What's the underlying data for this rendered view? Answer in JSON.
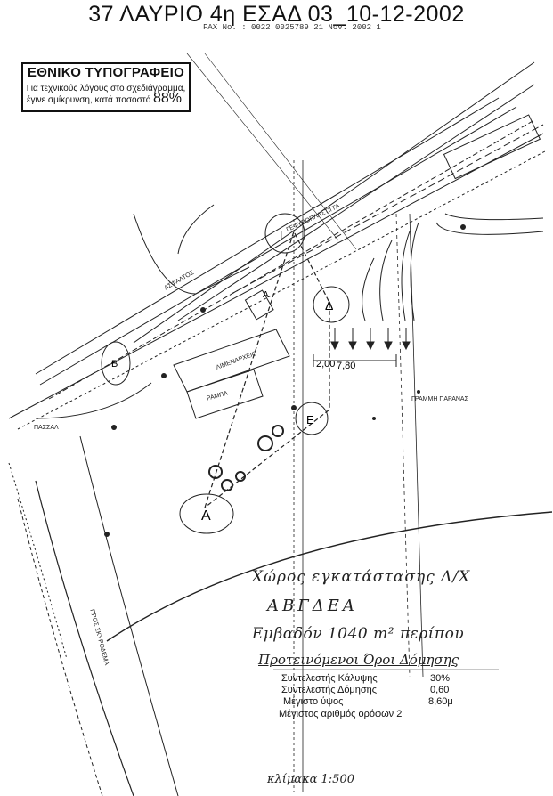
{
  "header": {
    "title": "37 ΛΑΥΡΙΟ 4η ΕΣΑΔ 03_10-12-2002",
    "fax_line": "FAX No. : 0022 0025789         21 Nov. 2002  1"
  },
  "stamp": {
    "title": "ΕΘΝΙΚΟ ΤΥΠΟΓΡΑΦΕΙΟ",
    "line1": "Για τεχνικούς λόγους στο σχεδιάγραμμα,",
    "line2": "έγινε σμίκρυνση, κατά ποσοστό",
    "percent": "88%"
  },
  "handwritten": {
    "line1": "Χώρος εγκατάστασης Λ/Χ",
    "line2": "ΑΒΓΔΕΑ",
    "line3": "Εμβαδόν 1040 m² περίπου",
    "line4": "Προτεινόμενοι Όροι Δόμησης"
  },
  "terms": {
    "coverage_label": "Συντελεστής Κάλυψης",
    "coverage_value": "30%",
    "building_label": "Συντελεστής Δόμησης",
    "building_value": "0,60",
    "height_label": "Μέγιστο ύψος",
    "height_value": "8,60μ",
    "floors_label": "Μέγιστος αριθμός ορόφων 2"
  },
  "scale": "κλίμακα 1:500",
  "map_labels": {
    "bridge": "ΓΕΦΥΡΟΠΛΑΣΤΙΓΓΑ",
    "asphalt": "ΑΣΦΑΛΤΟΣ",
    "harbor_office": "ΛΙΜΕΝΑΡΧΕΙΟ",
    "ramp": "ΡΑΜΠΑ",
    "traffic_line": "ΓΡΑΜΜΗ ΠΑΡΑΝΑΣ",
    "path": "ΠΑΣΣΑΛ",
    "road": "ΠΡΟΣ ΣΚΥΡΟΔΕΜΑ",
    "point_a1": "Α",
    "point_a2": "Α",
    "point_g": "Γ",
    "point_d": "Δ",
    "point_e": "Ε",
    "point_b": "Β",
    "dim1": "7,80",
    "dim2": "2,00"
  }
}
